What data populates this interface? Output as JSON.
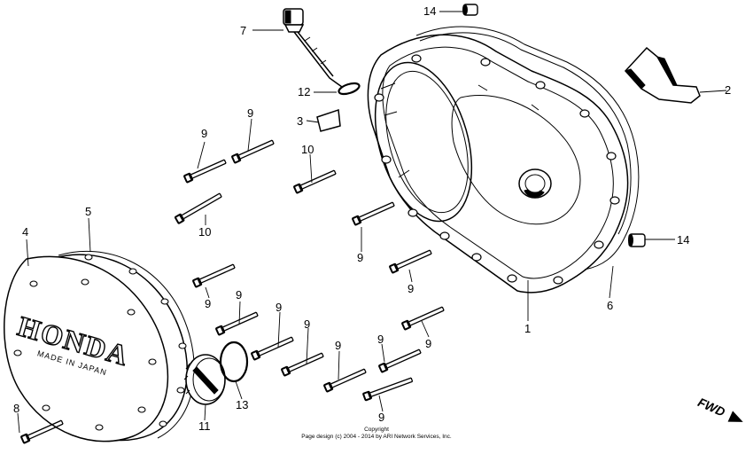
{
  "callouts": {
    "c1": "1",
    "c2": "2",
    "c3": "3",
    "c4": "4",
    "c5": "5",
    "c6": "6",
    "c7": "7",
    "c8": "8",
    "c9": "9",
    "c10": "10",
    "c11": "11",
    "c12": "12",
    "c13": "13",
    "c14": "14"
  },
  "cover_marking": {
    "brand": "HONDA",
    "origin": "MADE IN JAPAN"
  },
  "direction_indicator": "FWD",
  "copyright": {
    "line1": "Copyright",
    "line2": "Page design (c) 2004 - 2014 by ARI Network Services, Inc."
  }
}
